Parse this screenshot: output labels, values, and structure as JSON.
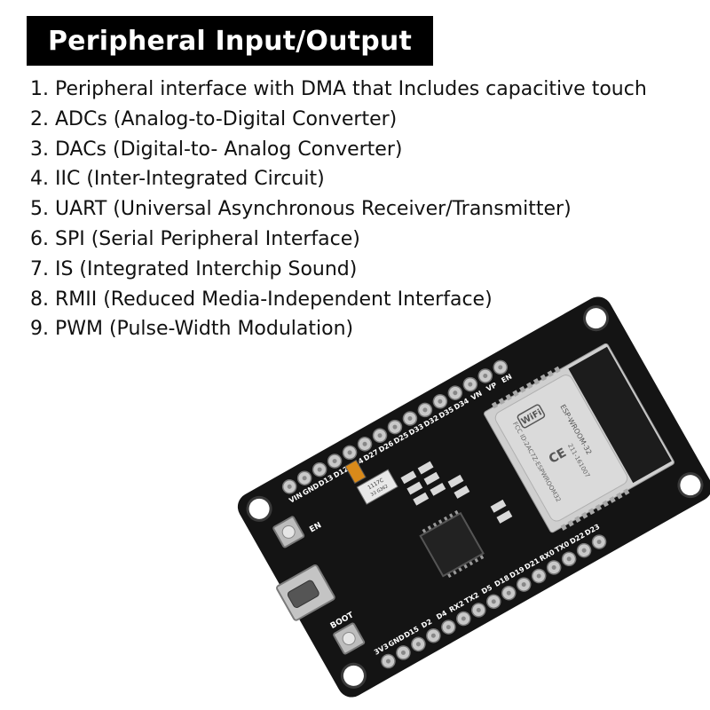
{
  "title": "Peripheral Input/Output",
  "features": [
    "1. Peripheral interface with DMA that Includes capacitive touch",
    "2. ADCs (Analog-to-Digital Converter)",
    "3. DACs (Digital-to- Analog Converter)",
    "4. IIC (Inter-Integrated Circuit)",
    "5. UART (Universal Asynchronous Receiver/Transmitter)",
    "6. SPI (Serial Peripheral Interface)",
    "7. IS (Integrated Interchip Sound)",
    "8. RMII (Reduced Media-Independent Interface)",
    "9. PWM (Pulse-Width Modulation)"
  ],
  "board": {
    "top_pin_labels": [
      "VIN",
      "GND",
      "D13",
      "D12",
      "D14",
      "D27",
      "D26",
      "D25",
      "D33",
      "D32",
      "D35",
      "D34",
      "VN",
      "VP",
      "EN"
    ],
    "bottom_pin_labels": [
      "3V3",
      "GND",
      "D15",
      "D2",
      "D4",
      "RX2",
      "TX2",
      "D5",
      "D18",
      "D19",
      "D21",
      "RX0",
      "TX0",
      "D22",
      "D23"
    ],
    "module_lines": [
      "ESP-WROOM-32",
      "FCC ID:2AC7Z-ESPWROOM32",
      "211-161007"
    ],
    "regulator_text": [
      "1117C",
      "33 G362"
    ],
    "button_en_label": "EN",
    "button_boot_label": "BOOT",
    "wifi_logo_text": "WiFi",
    "colors": {
      "pcb": "#141414",
      "module": "#cfcfcf",
      "shield": "#d8d8d8",
      "pin": "#c9c9c9",
      "silkscreen": "#ffffff"
    }
  }
}
